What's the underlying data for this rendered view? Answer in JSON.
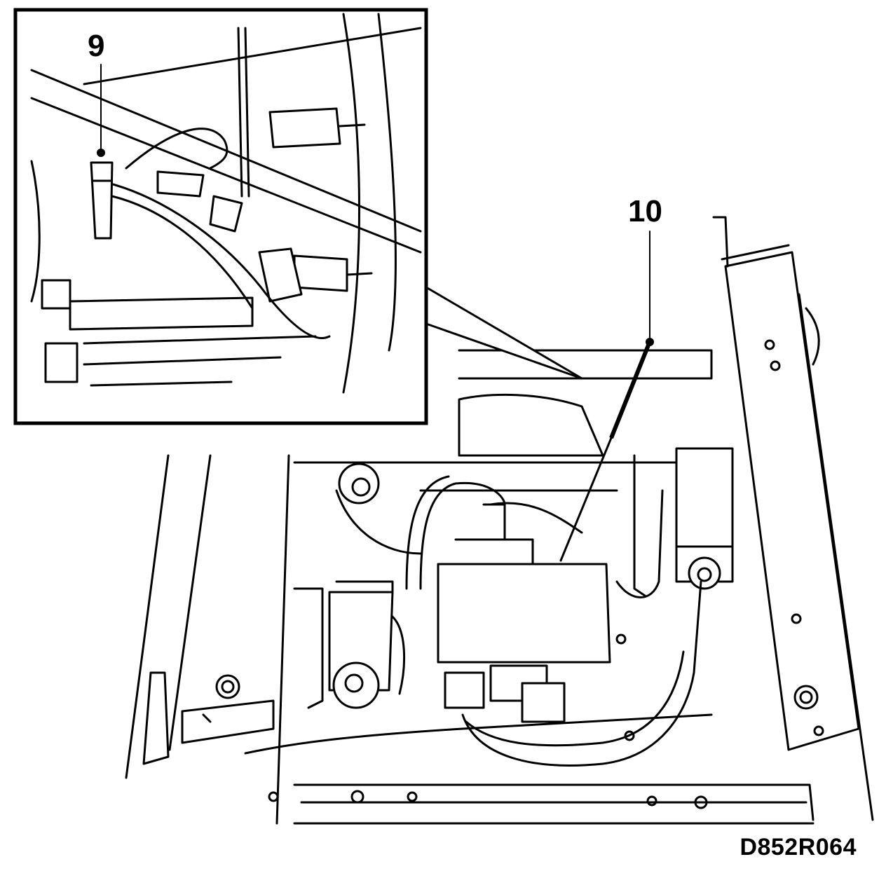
{
  "callouts": {
    "inset": {
      "label": "9"
    },
    "main": {
      "label": "10"
    }
  },
  "figure_code": "D852R064",
  "icons": [
    "fuel-line-clip",
    "pointer-callout"
  ],
  "colors": {
    "line": "#000000",
    "background": "#ffffff"
  }
}
